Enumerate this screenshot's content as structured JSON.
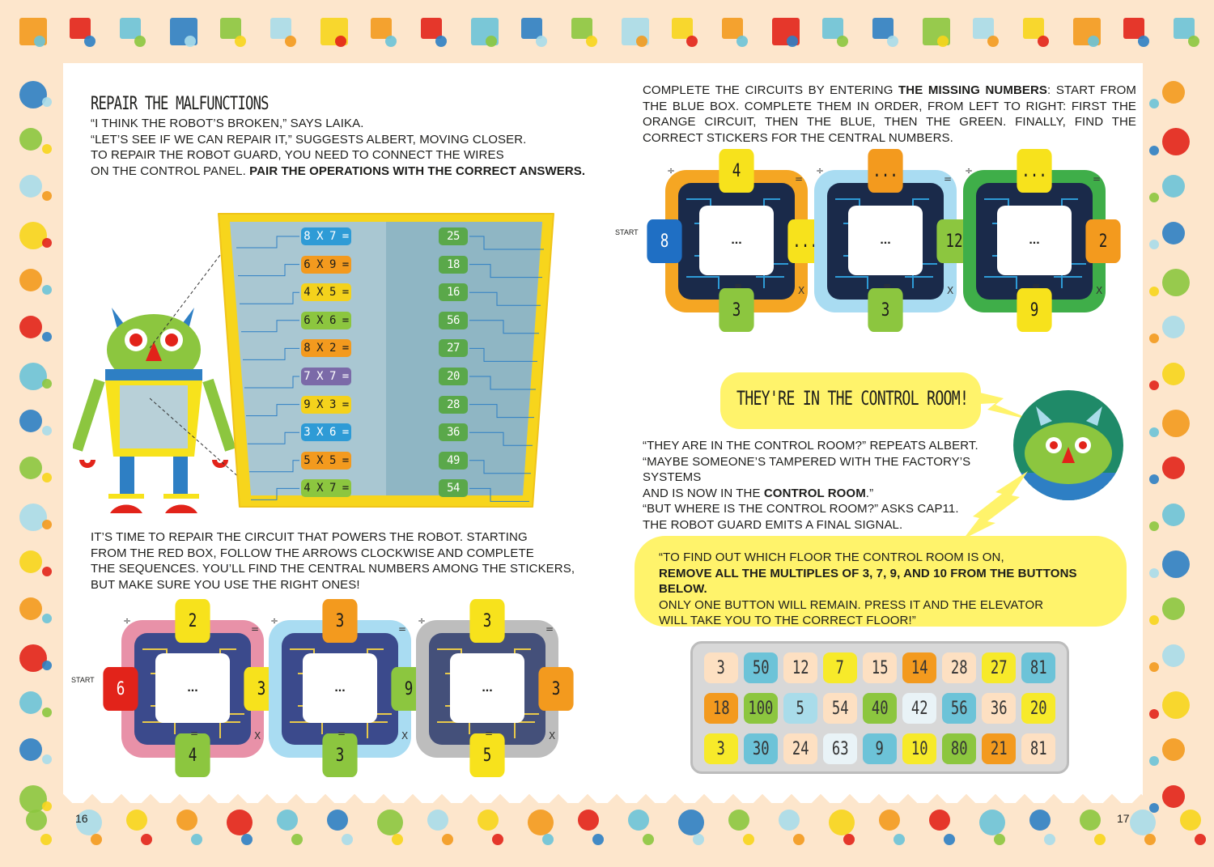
{
  "left_page": {
    "title": "REPAIR THE MALFUNCTIONS",
    "intro": [
      "“I THINK THE ROBOT’S BROKEN,” SAYS LAIKA.",
      "“LET’S SEE IF WE CAN REPAIR IT,” SUGGESTS ALBERT, MOVING CLOSER.",
      "TO REPAIR THE ROBOT GUARD, YOU NEED TO CONNECT THE WIRES",
      "ON THE CONTROL PANEL. "
    ],
    "intro_bold": "PAIR THE OPERATIONS WITH THE CORRECT ANSWERS.",
    "operations": [
      {
        "label": "8 X 7 =",
        "color": "#2e9bd6"
      },
      {
        "label": "6 X 9 =",
        "color": "#f39a1e"
      },
      {
        "label": "4 X 5 =",
        "color": "#f4d21c"
      },
      {
        "label": "6 X 6 =",
        "color": "#8cc63f"
      },
      {
        "label": "8 X 2 =",
        "color": "#f39a1e"
      },
      {
        "label": "7 X 7 =",
        "color": "#7b6aa8"
      },
      {
        "label": "9 X 3 =",
        "color": "#f4d21c"
      },
      {
        "label": "3 X 6 =",
        "color": "#2e9bd6"
      },
      {
        "label": "5 X 5 =",
        "color": "#f39a1e"
      },
      {
        "label": "4 X 7 =",
        "color": "#8cc63f"
      }
    ],
    "answers": [
      "25",
      "18",
      "16",
      "56",
      "27",
      "20",
      "28",
      "36",
      "49",
      "54"
    ],
    "circuit_text": [
      "IT’S TIME TO REPAIR THE CIRCUIT THAT POWERS THE ROBOT. STARTING",
      "FROM THE RED BOX, FOLLOW THE ARROWS CLOCKWISE AND COMPLETE",
      "THE SEQUENCES. YOU’LL FIND THE CENTRAL NUMBERS AMONG THE STICKERS,",
      "BUT MAKE SURE YOU USE THE RIGHT ONES!"
    ],
    "start_label": "START",
    "circuits": [
      {
        "top": "2",
        "right": "3",
        "bottom": "4",
        "center": "...",
        "left": "6"
      },
      {
        "top": "3",
        "right": "9",
        "bottom": "3",
        "center": "..."
      },
      {
        "top": "3",
        "right": "3",
        "bottom": "5",
        "center": "..."
      }
    ],
    "ops": {
      "div": "÷",
      "eq": "=",
      "x": "X"
    },
    "page_number": "16"
  },
  "right_page": {
    "instructions_a": "COMPLETE THE CIRCUITS BY ENTERING ",
    "instructions_bold": "THE MISSING NUMBERS",
    "instructions_b": ": START FROM THE BLUE BOX. COMPLETE THEM IN ORDER, FROM LEFT TO RIGHT: FIRST THE ORANGE CIRCUIT, THEN THE BLUE, THEN THE GREEN. FINALLY, FIND THE CORRECT STICKERS FOR THE CENTRAL NUMBERS.",
    "start_label": "START",
    "circuits": [
      {
        "top": "4",
        "right": "...",
        "bottom": "3",
        "center": "...",
        "left": "8"
      },
      {
        "top": "...",
        "right": "12",
        "bottom": "3",
        "center": "..."
      },
      {
        "top": "...",
        "right": "2",
        "bottom": "9",
        "center": "..."
      }
    ],
    "speech": "THEY'RE IN THE CONTROL ROOM!",
    "story": [
      "“THEY ARE IN THE CONTROL ROOM?” REPEATS ALBERT.",
      "“MAYBE SOMEONE’S TAMPERED WITH THE FACTORY’S SYSTEMS",
      "AND IS NOW IN THE ",
      "CONTROL ROOM",
      ".”",
      "“BUT WHERE IS THE CONTROL ROOM?” ASKS CAP11.",
      "THE ROBOT GUARD EMITS A FINAL SIGNAL."
    ],
    "signal": [
      "“TO FIND OUT WHICH FLOOR THE CONTROL ROOM IS ON,",
      "REMOVE ALL THE MULTIPLES OF 3, 7, 9, AND 10 FROM THE BUTTONS BELOW.",
      "ONLY ONE BUTTON WILL REMAIN. PRESS IT AND THE ELEVATOR",
      "WILL TAKE YOU TO THE CORRECT FLOOR!”"
    ],
    "buttons": [
      [
        {
          "v": "3",
          "c": "#fde0c2"
        },
        {
          "v": "50",
          "c": "#6cc3d8"
        },
        {
          "v": "12",
          "c": "#fde0c2"
        },
        {
          "v": "7",
          "c": "#f7ea2a"
        },
        {
          "v": "15",
          "c": "#fde0c2"
        },
        {
          "v": "14",
          "c": "#f39a1e"
        },
        {
          "v": "28",
          "c": "#fde0c2"
        },
        {
          "v": "27",
          "c": "#f7ea2a"
        },
        {
          "v": "81",
          "c": "#6cc3d8"
        }
      ],
      [
        {
          "v": "18",
          "c": "#f39a1e"
        },
        {
          "v": "100",
          "c": "#8cc63f"
        },
        {
          "v": "5",
          "c": "#a9dcea"
        },
        {
          "v": "54",
          "c": "#fde0c2"
        },
        {
          "v": "40",
          "c": "#8cc63f"
        },
        {
          "v": "42",
          "c": "#e9f3f7"
        },
        {
          "v": "56",
          "c": "#6cc3d8"
        },
        {
          "v": "36",
          "c": "#fde0c2"
        },
        {
          "v": "20",
          "c": "#f7ea2a"
        }
      ],
      [
        {
          "v": "3",
          "c": "#f7ea2a"
        },
        {
          "v": "30",
          "c": "#6cc3d8"
        },
        {
          "v": "24",
          "c": "#fde0c2"
        },
        {
          "v": "63",
          "c": "#e9f3f7"
        },
        {
          "v": "9",
          "c": "#6cc3d8"
        },
        {
          "v": "10",
          "c": "#f7ea2a"
        },
        {
          "v": "80",
          "c": "#8cc63f"
        },
        {
          "v": "21",
          "c": "#f39a1e"
        },
        {
          "v": "81",
          "c": "#fde0c2"
        }
      ]
    ],
    "page_number": "17"
  }
}
